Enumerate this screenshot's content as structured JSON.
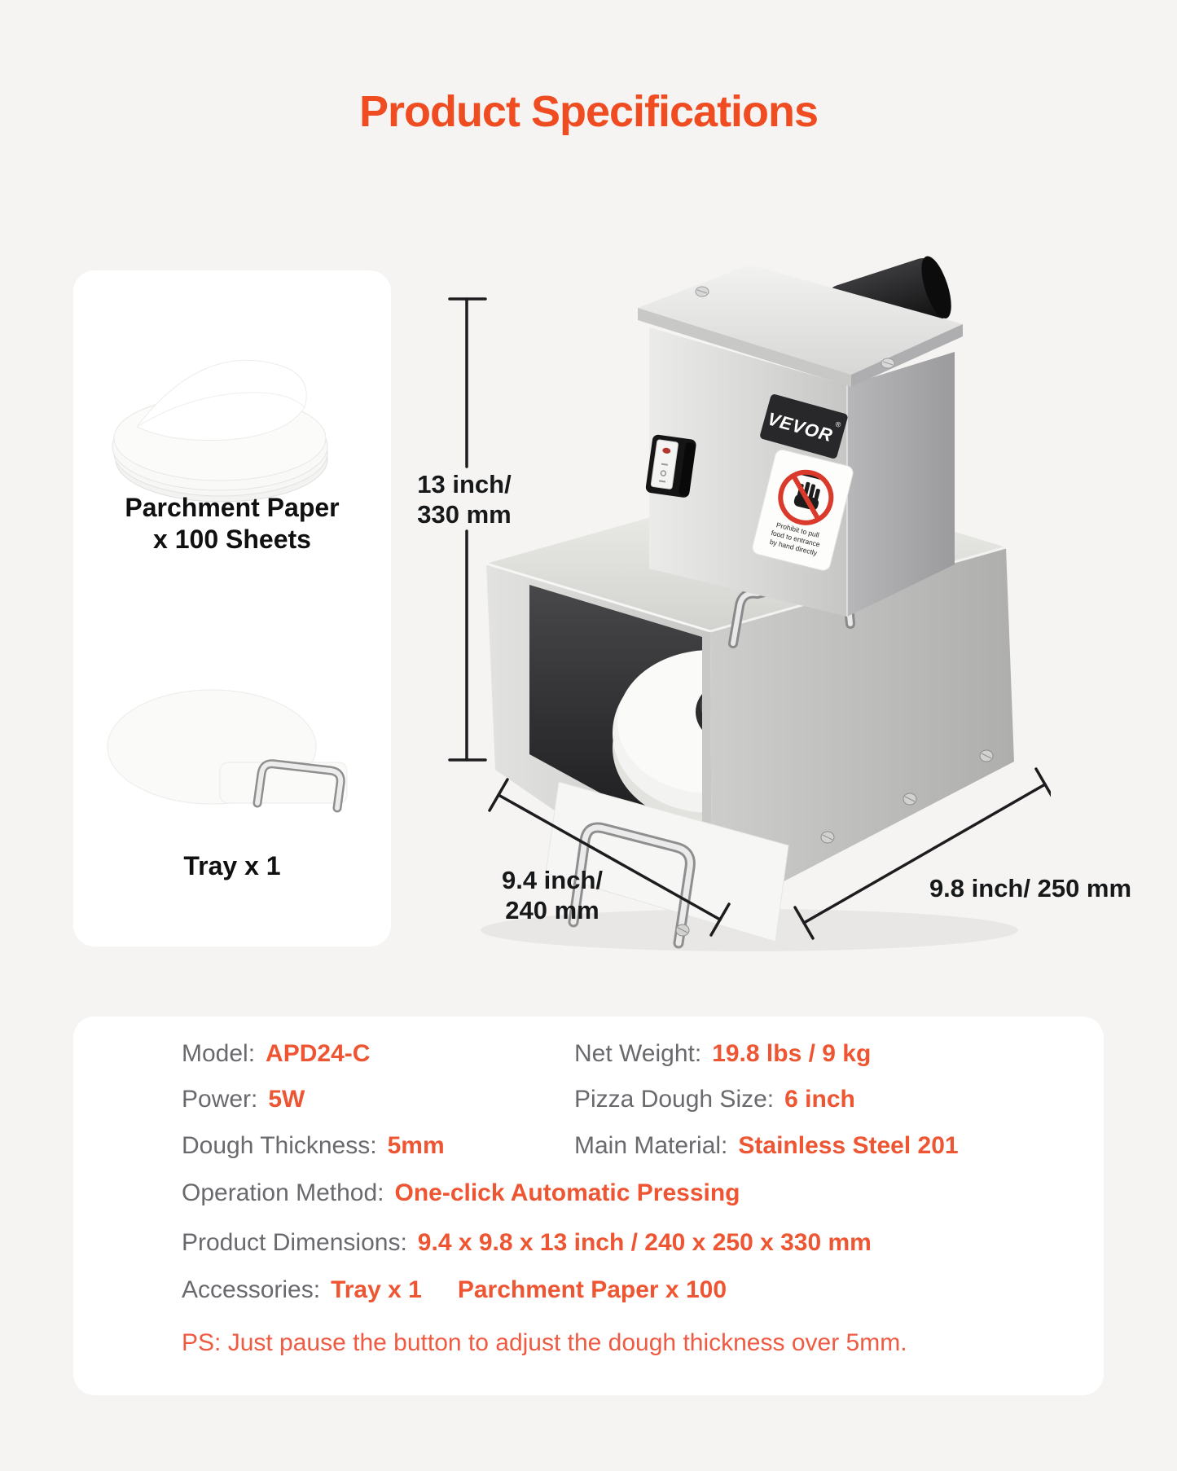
{
  "page": {
    "title": "Product Specifications"
  },
  "colors": {
    "background": "#f5f4f2",
    "card": "#ffffff",
    "accent_orange": "#ef4c22",
    "value_orange": "#ee5532",
    "note_orange": "#ee5b42",
    "label_gray": "#6a6a6e",
    "dimension_ink": "#17181a",
    "warning_red": "#d93a2b"
  },
  "accessories": {
    "parchment": {
      "line1": "Parchment Paper",
      "line2": "x 100 Sheets"
    },
    "tray": {
      "label": "Tray x 1"
    }
  },
  "machine": {
    "brand": "VEVOR",
    "brand_reg": "®",
    "warning": {
      "line1": "Prohibit to pull",
      "line2": "food to entrance",
      "line3": "by hand directly"
    },
    "dims": {
      "height_l1": "13 inch/",
      "height_l2": "330 mm",
      "depth_l1": "9.4 inch/",
      "depth_l2": "240 mm",
      "width": "9.8 inch/ 250 mm"
    }
  },
  "specs": {
    "col1": [
      {
        "label": "Model:",
        "value": "APD24-C"
      },
      {
        "label": "Power:",
        "value": "5W"
      },
      {
        "label": "Dough Thickness:",
        "value": "5mm"
      }
    ],
    "col2": [
      {
        "label": "Net Weight:",
        "value": "19.8 lbs / 9 kg"
      },
      {
        "label": "Pizza Dough Size:",
        "value": "6 inch"
      },
      {
        "label": "Main Material:",
        "value": "Stainless Steel 201"
      }
    ],
    "rows": [
      {
        "label": "Operation Method:",
        "value": "One-click Automatic Pressing"
      },
      {
        "label": "Product Dimensions:",
        "value": "9.4 x 9.8 x 13 inch / 240 x 250 x 330 mm"
      }
    ],
    "accessories_row": {
      "label": "Accessories:",
      "value1": "Tray x 1",
      "value2": "Parchment Paper x 100"
    },
    "note": "PS: Just pause the button to adjust the dough thickness over 5mm."
  }
}
